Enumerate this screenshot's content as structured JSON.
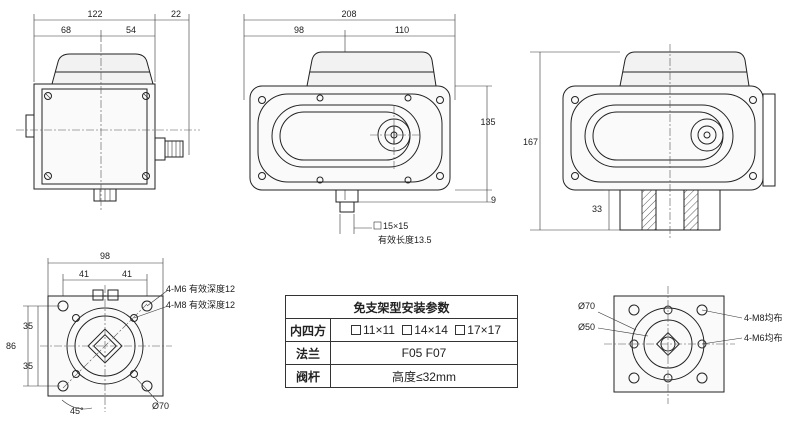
{
  "dimensions": {
    "d122": "122",
    "d22": "22",
    "d68": "68",
    "d54": "54",
    "d208": "208",
    "d98_top": "98",
    "d110": "110",
    "d135": "135",
    "d9": "9",
    "d167": "167",
    "d33": "33",
    "d98_bottom": "98",
    "d41_left": "41",
    "d41_right": "41",
    "d86": "86",
    "d35_top": "35",
    "d35_bottom": "35",
    "angle_45": "45°",
    "phi70_left": "Ø70",
    "phi70_right": "Ø70",
    "phi50": "Ø50"
  },
  "labels": {
    "shaft_square": "15×15",
    "effective_length": "有效长度13.5",
    "m6_depth": "4-M6 有效深度12",
    "m8_depth": "4-M8 有效深度12",
    "m8_even": "4-M8均布",
    "m6_even": "4-M6均布"
  },
  "table": {
    "title": "免支架型安装参数",
    "rows": [
      {
        "head": "内四方",
        "values": [
          "11×11",
          "14×14",
          "17×17"
        ]
      },
      {
        "head": "法兰",
        "value": "F05 F07"
      },
      {
        "head": "阀杆",
        "value": "高度≤32mm"
      }
    ]
  }
}
